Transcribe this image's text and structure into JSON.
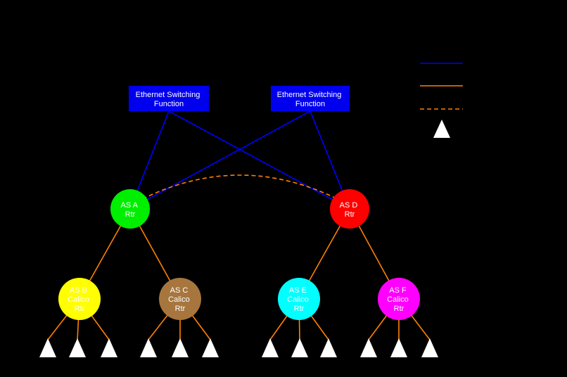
{
  "colors": {
    "background": "#000000",
    "blue_link": "#0000ff",
    "orange_link": "#ff8000",
    "switch_fill": "#0000ee",
    "text": "#ffffff",
    "triangle": "#ffffff"
  },
  "switches": [
    {
      "line1": "Ethernet Switching",
      "line2": "Function"
    },
    {
      "line1": "Ethernet Switching",
      "line2": "Function"
    }
  ],
  "routers": {
    "as_a": {
      "line1": "AS A",
      "line2": "Rtr",
      "color": "#00ee00"
    },
    "as_d": {
      "line1": "AS D",
      "line2": "Rtr",
      "color": "#ff0000"
    },
    "as_b": {
      "line1": "AS B",
      "line2": "Calico",
      "line3": "Rtr",
      "color": "#ffff00"
    },
    "as_c": {
      "line1": "AS C",
      "line2": "Calico",
      "line3": "Rtr",
      "color": "#a6763e"
    },
    "as_e": {
      "line1": "AS E",
      "line2": "Calico",
      "line3": "Rtr",
      "color": "#00ffff"
    },
    "as_f": {
      "line1": "AS F",
      "line2": "Calico",
      "line3": "Rtr",
      "color": "#ff00ff"
    }
  },
  "legend": {
    "blue_line_color": "#0000ff",
    "orange_line_color": "#ff8000",
    "dashed_line_color": "#ff8000",
    "triangle_color": "#ffffff"
  }
}
